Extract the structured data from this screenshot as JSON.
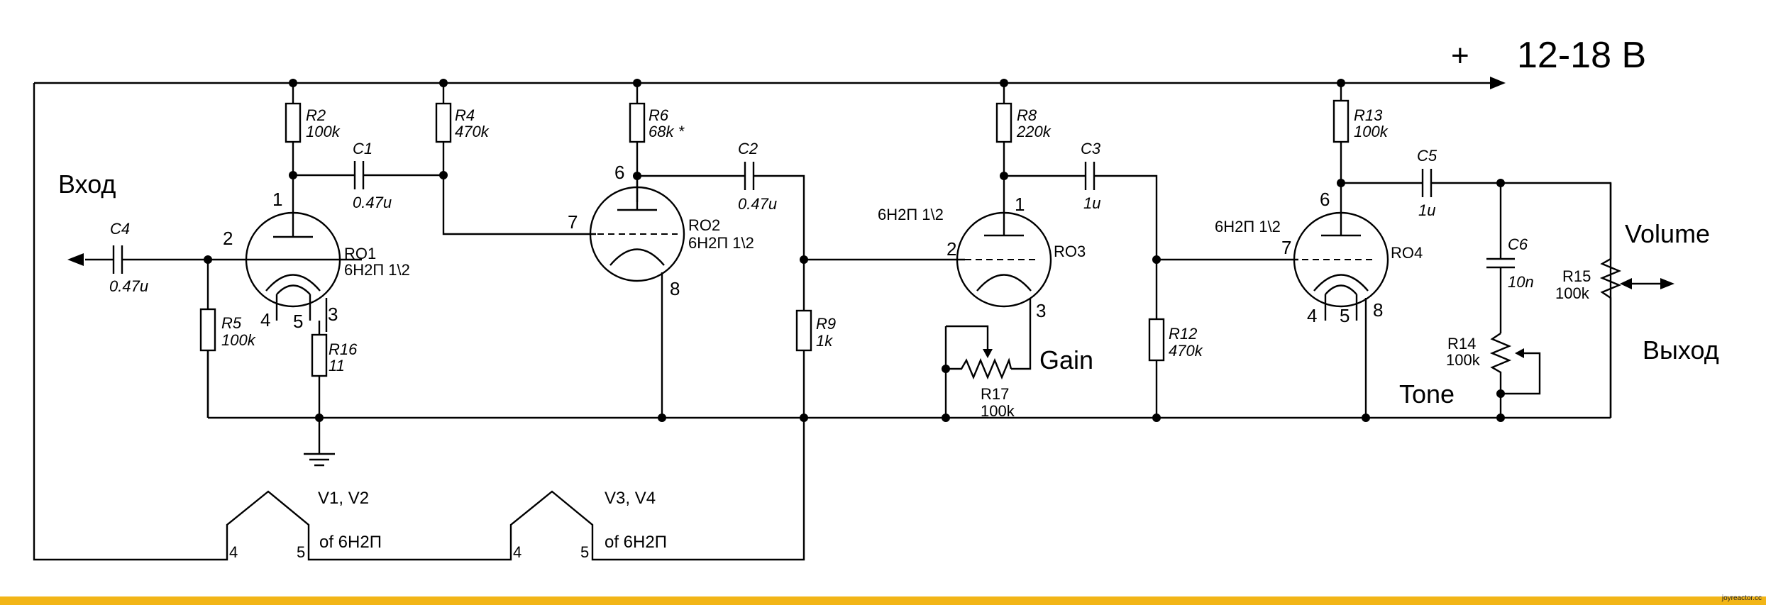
{
  "supply": {
    "plus": "+",
    "label": "12-18 В"
  },
  "io": {
    "input": "Вход",
    "output": "Выход",
    "volume": "Volume",
    "gain": "Gain",
    "tone": "Tone"
  },
  "tubes": {
    "ro1": {
      "name": "RO1",
      "type": "6Н2П 1\\2",
      "pins": [
        "1",
        "2",
        "4",
        "5",
        "3"
      ]
    },
    "ro2": {
      "name": "RO2",
      "type": "6Н2П  1\\2",
      "pins": [
        "6",
        "7",
        "8"
      ]
    },
    "ro3": {
      "name": "RO3",
      "type": "6Н2П  1\\2",
      "pins": [
        "1",
        "2",
        "3"
      ]
    },
    "ro4": {
      "name": "RO4",
      "type": "6Н2П  1\\2",
      "pins": [
        "6",
        "7",
        "4",
        "5",
        "8"
      ]
    }
  },
  "resistors": {
    "r2": {
      "ref": "R2",
      "value": "100k"
    },
    "r4": {
      "ref": "R4",
      "value": "470k"
    },
    "r5": {
      "ref": "R5",
      "value": "100k"
    },
    "r6": {
      "ref": "R6",
      "value": "68k *"
    },
    "r8": {
      "ref": "R8",
      "value": "220k"
    },
    "r9": {
      "ref": "R9",
      "value": "1k"
    },
    "r12": {
      "ref": "R12",
      "value": "470k"
    },
    "r13": {
      "ref": "R13",
      "value": "100k"
    },
    "r14": {
      "ref": "R14",
      "value": "100k"
    },
    "r15": {
      "ref": "R15",
      "value": "100k"
    },
    "r16": {
      "ref": "R16",
      "value": "11"
    },
    "r17": {
      "ref": "R17",
      "value": "100k"
    }
  },
  "capacitors": {
    "c1": {
      "ref": "C1",
      "value": "0.47u"
    },
    "c2": {
      "ref": "C2",
      "value": "0.47u"
    },
    "c3": {
      "ref": "C3",
      "value": "1u"
    },
    "c4": {
      "ref": "C4",
      "value": "0.47u"
    },
    "c5": {
      "ref": "C5",
      "value": "1u"
    },
    "c6": {
      "ref": "C6",
      "value": "10n"
    }
  },
  "heaters": {
    "h1": {
      "label": "V1, V2",
      "sub": "of 6Н2П",
      "pin_a": "4",
      "pin_b": "5"
    },
    "h2": {
      "label": "V3, V4",
      "sub": "of 6Н2П",
      "pin_a": "4",
      "pin_b": "5"
    }
  },
  "watermark": "joyreactor.cc"
}
